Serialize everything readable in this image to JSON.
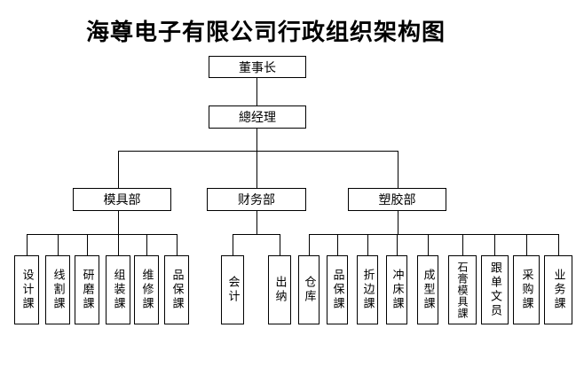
{
  "title": "海尊电子有限公司行政组织架构图",
  "org": {
    "chairman": "董事长",
    "general_manager": "總经理",
    "departments": [
      {
        "name": "模具部",
        "sections": [
          "设计課",
          "线割課",
          "研磨課",
          "组装課",
          "维修課",
          "品保課"
        ]
      },
      {
        "name": "财务部",
        "sections": [
          "会计",
          "出纳"
        ]
      },
      {
        "name": "塑胶部",
        "sections": [
          "仓库",
          "品保課",
          "折边課",
          "冲床課",
          "成型課",
          "石膏模具課",
          "跟单文员",
          "采购課",
          "业务課"
        ]
      }
    ]
  },
  "colors": {
    "background": "#ffffff",
    "box_background": "#ffffff",
    "box_border": "#000000",
    "connector_line": "#000000",
    "text": "#000000"
  }
}
